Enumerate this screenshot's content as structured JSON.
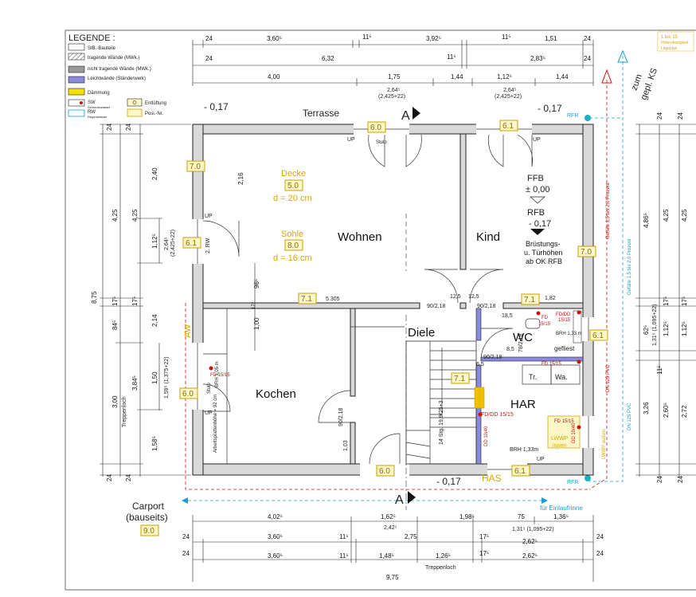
{
  "legend": {
    "title": "LEGENDE :",
    "items": [
      {
        "label": "StB.-Bauteile"
      },
      {
        "label": "tragende Wände (MWk.)"
      },
      {
        "label": "nicht tragende Wände (MWk.)"
      },
      {
        "label": "Leichtwände (Ständerwerk)"
      },
      {
        "label": "Dämmung"
      }
    ],
    "extra": [
      {
        "code": "SW",
        "label": "Schmutzwasser"
      },
      {
        "code": "RW",
        "label": "Regenwasser"
      },
      {
        "code": "",
        "label": "Entlüftung"
      },
      {
        "code": "",
        "label": "Posi.-Nr."
      }
    ],
    "colors": {
      "leicht": "#8b8bdd",
      "daemmung": "#f2e000",
      "wall": "#d9d9d9"
    }
  },
  "corner_note": {
    "range": "1  bis  15",
    "line1": "Hohenfestigkeit",
    "line2": "Lageplan"
  },
  "dims_top": {
    "row1": [
      "24",
      "3,60⁵",
      "11⁵",
      "3,92⁵",
      "11⁵",
      "1,51",
      "24"
    ],
    "row2": [
      "24",
      "6,32",
      "11⁵",
      "2,83⁵",
      "24"
    ],
    "row3": [
      "4,00",
      "1,75",
      "1,44",
      "1,12⁵",
      "1,44"
    ],
    "win1": [
      "2,64⁵",
      "(2,425+22)"
    ],
    "win2": [
      "2,64⁵",
      "(2,425+22)"
    ]
  },
  "dims_bottom": {
    "row1": [
      "4,02⁵",
      "1,62⁵",
      "1,98⁵",
      "75",
      "1,36⁵"
    ],
    "row1b": [
      "2,42⁵",
      "1,31⁵ (1,095+22)"
    ],
    "row2": [
      "24",
      "3,60⁵",
      "11⁵",
      "2,75",
      "17⁵",
      "2,62⁵",
      "24"
    ],
    "row3": [
      "24",
      "3,60⁵",
      "11⁵",
      "1,48⁵",
      "1,26⁵",
      "17⁵",
      "2,62⁵",
      "24"
    ],
    "treppenloch": "Treppenloch",
    "total": "9,75"
  },
  "dims_left": {
    "total": "8,75",
    "a": [
      "24",
      "4,25",
      "17⁵",
      "84⁵",
      "3,00",
      "24"
    ],
    "b": [
      "24",
      "4,25",
      "17⁵",
      "3,84⁵",
      "24"
    ],
    "c": [
      "2,40",
      "1,12⁵",
      "2,14",
      "1,50",
      "1,58⁵"
    ],
    "win": [
      "2,64⁵",
      "(2,425+22)"
    ],
    "win2": [
      "1,59⁵ (1,375+22)"
    ],
    "treppenloch": "Treppenloch"
  },
  "dims_right": {
    "a": [
      "24",
      "4,86⁵",
      "62⁵",
      "3,26",
      "24"
    ],
    "b": [
      "24",
      "4,25",
      "17⁵",
      "1,12⁵",
      "11⁵",
      "2,60⁵",
      "24"
    ],
    "c": [
      "24",
      "4,25",
      "17⁵",
      "1,12⁵",
      "2,72",
      "24"
    ],
    "win": [
      "1,31⁵ (1,095+22)"
    ]
  },
  "levels": {
    "terrace_left": "- 0,17",
    "terrace_right": "- 0,17",
    "front": "- 0,17",
    "terrasse": "Terrasse"
  },
  "rooms": {
    "wohnen": "Wohnen",
    "kind": "Kind",
    "diele": "Diele",
    "kochen": "Kochen",
    "wc": "WC",
    "har": "HAR",
    "has": "HAS"
  },
  "slab": {
    "decke": "Decke",
    "decke_tag": "5.0",
    "decke_d": "d = 20 cm",
    "sohle": "Sohle",
    "sohle_tag": "8.0",
    "sohle_d": "d = 16 cm"
  },
  "level_note": {
    "ffb": "FFB",
    "ffb_val": "± 0,00",
    "rfb": "RFB",
    "rfb_val": "- 0,17",
    "b1": "Brüstungs-",
    "b2": "u. Türhöhen",
    "b3": "ab OK RFB"
  },
  "tags": [
    "6.0",
    "6.1",
    "7.0",
    "6.1",
    "7.0",
    "7.1",
    "7.1",
    "6.1",
    "6.0",
    "7.1",
    "6.0",
    "6.1",
    "9.0"
  ],
  "labels": {
    "up": "UP",
    "stulp": "Stulp",
    "rw": "2. RW",
    "dim216": "2,16",
    "dim96": "96⁵",
    "dim17": "17⁵",
    "dim100": "1,00",
    "d5305": "5.305",
    "d90_218a": "90/2,18",
    "d90_218b": "90/2,18",
    "d90_218c": "90/2,18",
    "d90_218d": "90/2,18",
    "d125a": "12,5",
    "d125b": "12,5",
    "d182": "1,82",
    "d185": "18,5",
    "d85": "8,5",
    "d78": "78/2,18",
    "d65": "6,5",
    "d103": "1,03",
    "stair": "14 Stg. 19,9/25+3",
    "brh_wc": "BRH 1,33 m",
    "gefliest": "gefliest",
    "tr": "Tr.",
    "wa": "Wa.",
    "brh_kochen": "BRH 1,05 m",
    "arbeit": "Arbeitsplattenhöhe = 92 cm",
    "brh_har": "BRH 1,33m",
    "fd1": "FD/DD",
    "fd1b": "15/15",
    "fd2": "FD",
    "fd2b": "15/15",
    "fd3": "FD 15/15",
    "fd4": "FD/DD 15/15",
    "fd5": "FD 15/15",
    "dd1": "DD 10/40",
    "dd2": "DD 10/40",
    "lwwp": "LWWP",
    "innen": "innen",
    "lwwp_aussen": "LWWP außen",
    "aw": "AW",
    "rfr1": "RFR",
    "rfr2": "RFR",
    "rfr3": "RFR",
    "gefaelle1": "Gefälle 1,5 bis 2,0 Prozent",
    "gefaelle2": "Gefälle 1,5 bis 2,0 Prozent",
    "dn1": "DN 125 PVC",
    "dn2": "DN 125 PVC",
    "zum1": "zum",
    "zum2": "gepl. KS",
    "einlauf": "für Einlaufrinne",
    "carport1": "Carport",
    "carport2": "(bauseits)",
    "section": "A"
  }
}
